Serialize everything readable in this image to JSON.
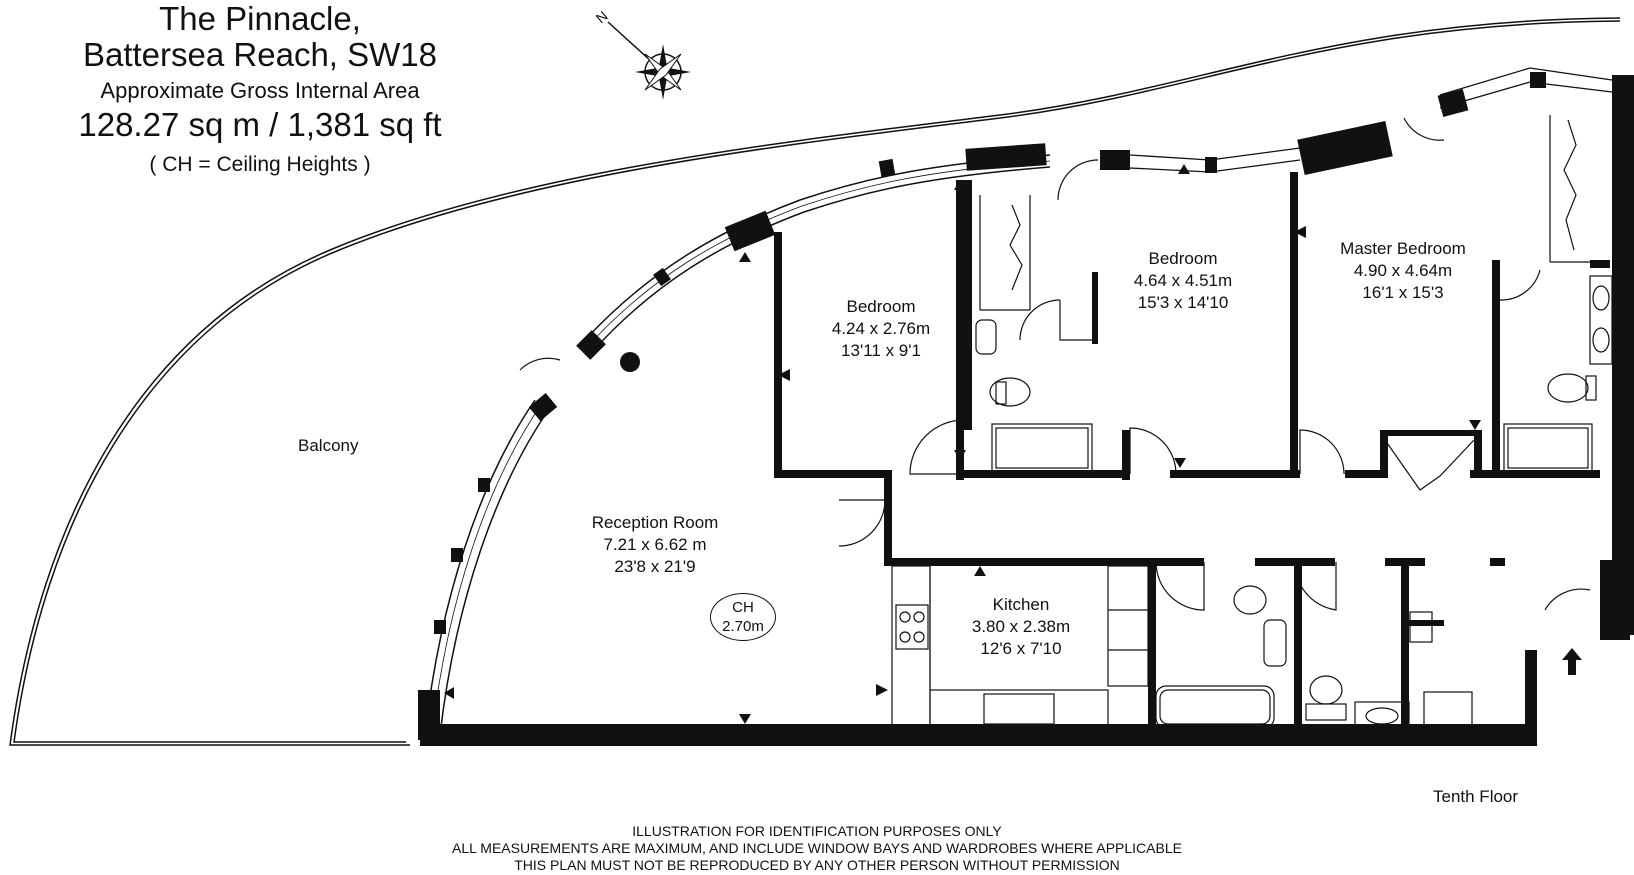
{
  "header": {
    "line1": "The Pinnacle,",
    "line2": "Battersea Reach, SW18",
    "line3": "Approximate Gross Internal Area",
    "line4": "128.27 sq m  /  1,381 sq ft",
    "line5": "( CH = Ceiling Heights )"
  },
  "compass": {
    "letter": "N",
    "icon": "compass-rose-icon"
  },
  "rooms": {
    "bedroom2": {
      "name": "Bedroom",
      "metric": "4.24 x 2.76m",
      "imperial": "13'11 x 9'1"
    },
    "bedroom1": {
      "name": "Bedroom",
      "metric": "4.64 x 4.51m",
      "imperial": "15'3 x 14'10"
    },
    "master": {
      "name": "Master Bedroom",
      "metric": "4.90 x 4.64m",
      "imperial": "16'1 x 15'3"
    },
    "reception": {
      "name": "Reception Room",
      "metric": "7.21 x 6.62 m",
      "imperial": "23'8 x 21'9"
    },
    "kitchen": {
      "name": "Kitchen",
      "metric": "3.80 x 2.38m",
      "imperial": "12'6 x 7'10"
    },
    "balcony": {
      "name": "Balcony"
    }
  },
  "ceiling": {
    "label": "CH",
    "value": "2.70m"
  },
  "floor_label": "Tenth Floor",
  "footer": {
    "line1": "ILLUSTRATION FOR IDENTIFICATION PURPOSES ONLY",
    "line2": "ALL MEASUREMENTS ARE MAXIMUM, AND INCLUDE WINDOW BAYS AND WARDROBES WHERE APPLICABLE",
    "line3": "THIS PLAN MUST NOT BE REPRODUCED BY ANY OTHER PERSON WITHOUT PERMISSION"
  }
}
